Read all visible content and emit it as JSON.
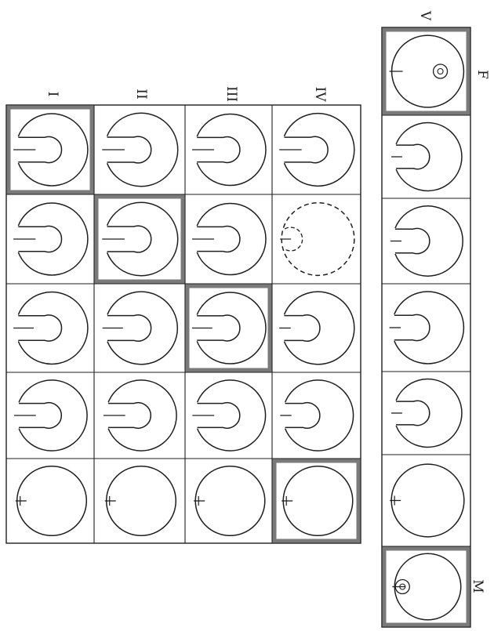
{
  "row_labels": [
    "I",
    "II",
    "III",
    "IV",
    "V"
  ],
  "end_labels": {
    "top": "F",
    "bottom": "M"
  },
  "colors": {
    "ink": "#1f1f1f",
    "frame": "#7a7a7a",
    "paper": "#ffffff"
  },
  "rows": [
    {
      "cells": [
        "notch-deep",
        "notch-deep",
        "notch-short",
        "notch-deep",
        "plain-cross"
      ],
      "highlight": 0
    },
    {
      "cells": [
        "notch-deep",
        "notch-deep",
        "notch-short",
        "notch-deep",
        "plain-cross"
      ],
      "highlight": 1
    },
    {
      "cells": [
        "notch-deep",
        "notch-deep",
        "notch-short",
        "notch-deep",
        "plain-cross"
      ],
      "highlight": 2
    },
    {
      "cells": [
        "notch-deep",
        "dashed",
        "notch-edge",
        "notch-edge",
        "plain-cross"
      ],
      "highlight": 4
    },
    {
      "cells": [
        "ring-dot-top",
        "notch-edge",
        "notch-edge",
        "notch-edge",
        "notch-edge",
        "plain-cross",
        "ring-dot-bottom"
      ],
      "highlight": [
        0,
        6
      ]
    }
  ]
}
